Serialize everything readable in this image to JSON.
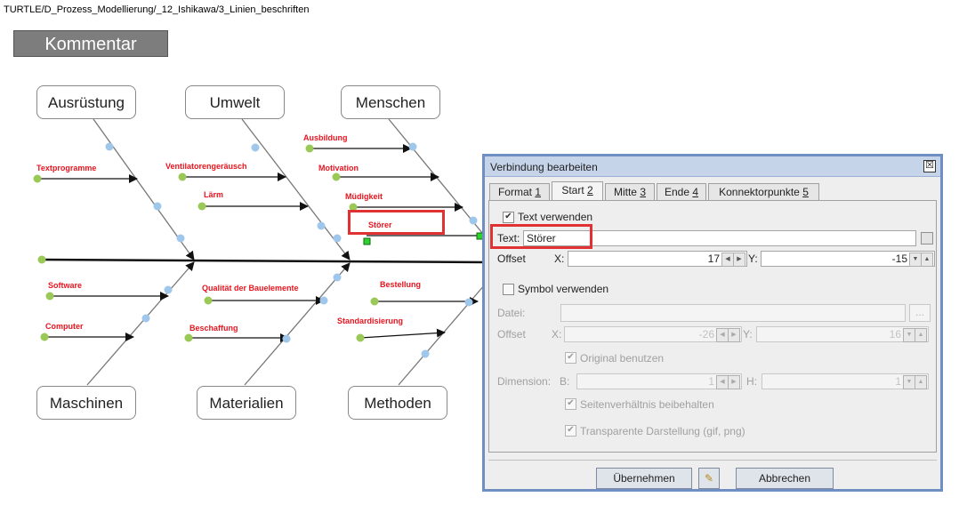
{
  "path": "TURTLE/D_Prozess_Modellierung/_12_Ishikawa/3_Linien_beschriften",
  "comment_label": "Kommentar",
  "categories": {
    "ausruestung": "Ausrüstung",
    "umwelt": "Umwelt",
    "menschen": "Menschen",
    "maschinen": "Maschinen",
    "materialien": "Materialien",
    "methoden": "Methoden"
  },
  "causes": {
    "textprogramme": "Textprogramme",
    "ventilator": "Ventilatorengeräusch",
    "laerm": "Lärm",
    "ausbildung": "Ausbildung",
    "motivation": "Motivation",
    "muedigkeit": "Müdigkeit",
    "stoerer": "Störer",
    "software": "Software",
    "computer": "Computer",
    "qualitaet": "Qualität der Bauelemente",
    "beschaffung": "Beschaffung",
    "bestellung": "Bestellung",
    "standardisierung": "Standardisierung"
  },
  "dialog": {
    "title": "Verbindung bearbeiten",
    "close": "☒",
    "tabs": [
      {
        "label": "Format",
        "key": "1"
      },
      {
        "label": "Start",
        "key": "2"
      },
      {
        "label": "Mitte",
        "key": "3"
      },
      {
        "label": "Ende",
        "key": "4"
      },
      {
        "label": "Konnektorpunkte",
        "key": "5"
      }
    ],
    "active_tab": "Start",
    "use_text_label": "Text verwenden",
    "use_text_checked": true,
    "text_label": "Text:",
    "text_value": "Störer",
    "offset_label": "Offset",
    "x_label": "X:",
    "y_label": "Y:",
    "offset_x": "17",
    "offset_y": "-15",
    "use_symbol_label": "Symbol verwenden",
    "use_symbol_checked": false,
    "file_label": "Datei:",
    "file_button": "...",
    "sym_offset_label": "Offset",
    "sym_x_label": "X:",
    "sym_y_label": "Y:",
    "sym_offset_x": "-26",
    "sym_offset_y": "16",
    "original_label": "Original benutzen",
    "dimension_label": "Dimension:",
    "b_label": "B:",
    "h_label": "H:",
    "dim_b": "1",
    "dim_h": "1",
    "ratio_label": "Seitenverhältnis beibehalten",
    "transparent_label": "Transparente Darstellung (gif, png)",
    "apply_button": "Übernehmen",
    "cancel_button": "Abbrechen",
    "checkmark": "✔",
    "arrow_left": "◀",
    "arrow_right": "▶",
    "arrow_down": "▼",
    "arrow_up": "▲",
    "apply_icon": "✎"
  },
  "colors": {
    "cause_label": "#e8141e",
    "highlight": "#e03232",
    "dialog_border": "#6f8fc2",
    "title_bar": "#c6d4ea"
  }
}
